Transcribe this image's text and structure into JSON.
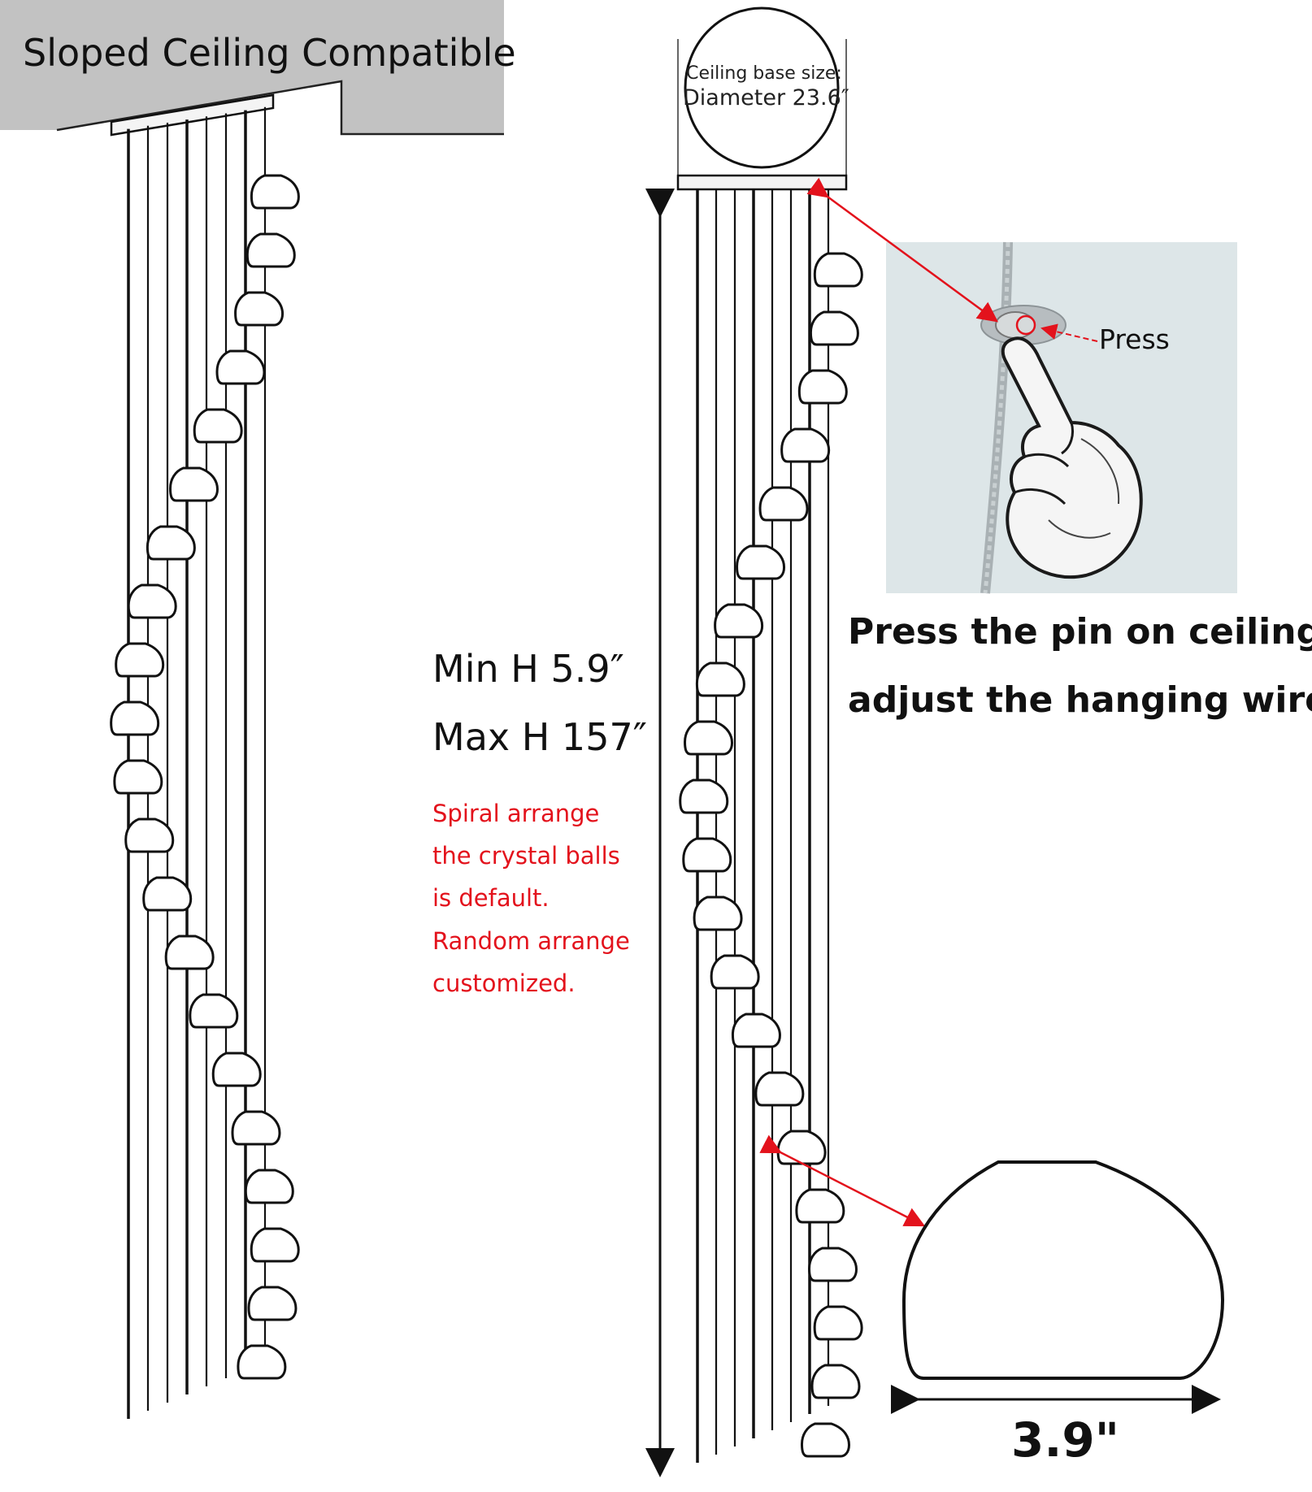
{
  "left_panel": {
    "header": "Sloped Ceiling Compatible"
  },
  "ceiling_base": {
    "line1": "Ceiling base size:",
    "line2": "Diameter 23.6″"
  },
  "heights": {
    "min": "Min H 5.9″",
    "max": "Max H 157″"
  },
  "arrangement_note": [
    "Spiral arrange",
    "the crystal balls",
    "is default.",
    "Random arrange",
    "customized."
  ],
  "press_label": "Press",
  "instruction": [
    "Press the pin on ceiling to",
    "adjust the hanging wire"
  ],
  "crystal_width": "3.9\"",
  "colors": {
    "line": "#111111",
    "accent_red": "#e3121c",
    "header_gray": "#c2c2c2",
    "photo_bg": "#dde6e8"
  }
}
